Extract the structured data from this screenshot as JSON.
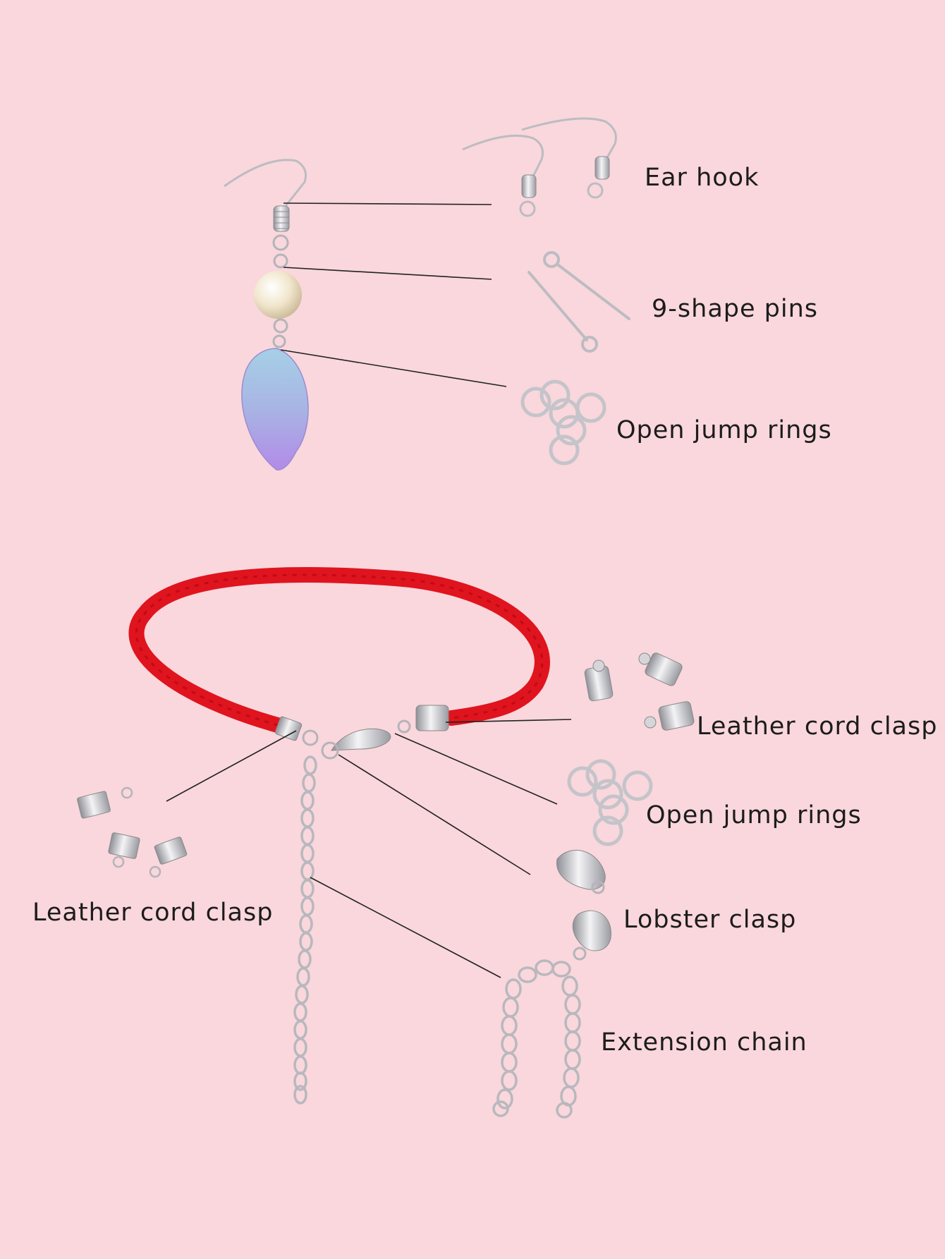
{
  "labels": {
    "ear_hook": "Ear hook",
    "nine_shape_pins": "9-shape pins",
    "open_jump_rings_top": "Open jump rings",
    "leather_cord_clasp_right": "Leather cord clasp",
    "open_jump_rings_bottom": "Open jump rings",
    "lobster_clasp": "Lobster clasp",
    "extension_chain": "Extension chain",
    "leather_cord_clasp_left": "Leather cord clasp"
  },
  "colors": {
    "background": "#f9d7dc",
    "silver": "#c4c4c8",
    "cord_red": "#e0141e",
    "leaf_blue": "#9fc8e0",
    "leaf_purple": "#b890e6",
    "pearl": "#f3ead2",
    "leader_line": "#222222"
  }
}
